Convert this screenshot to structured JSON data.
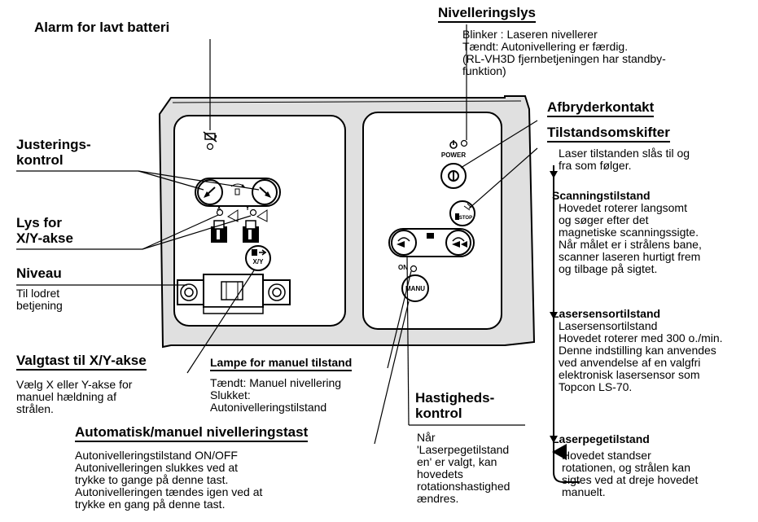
{
  "labels": {
    "alarm": "Alarm for lavt batteri",
    "justering": "Justerings-\nkontrol",
    "lys": "Lys for\nX/Y-akse",
    "niveau": "Niveau",
    "niveau_desc": "Til lodret\nbetjening",
    "valgtast": "Valgtast til X/Y-akse",
    "valgtast_desc": "Vælg X eller Y-akse for\nmanuel hældning af\nstrålen.",
    "lampe": "Lampe for manuel tilstand",
    "lampe_desc": "Tændt: Manuel nivellering\nSlukket:\nAutonivelleringstilstand",
    "auto": "Automatisk/manuel nivelleringstast",
    "auto_desc": "Autonivelleringstilstand ON/OFF\nAutonivelleringen slukkes ved at\ntrykke to gange på denne tast.\nAutonivelleringen tændes igen ved at\ntrykke en gang på denne tast.",
    "nivlys": "Nivelleringslys",
    "nivlys_desc": "Blinker : Laseren nivellerer\nTændt: Autonivellering er færdig.\n(RL-VH3D fjernbetjeningen har standby-\nfunktion)",
    "afbryder": "Afbryderkontakt",
    "tilstand": "Tilstandsomskifter",
    "tilstand_desc": "Laser tilstanden slås til og\nfra som følger.",
    "scanning": "Scanningstilstand",
    "scanning_desc": "Hovedet roterer langsomt\nog søger efter det\nmagnetiske scanningssigte.\nNår målet er i strålens bane,\nscanner laseren hurtigt frem\nog tilbage på sigtet.",
    "lasersensor": "Lasersensortilstand",
    "lasersensor_desc": "Lasersensortilstand\nHovedet roterer med 300 o./min.\nDenne indstilling kan anvendes\nved anvendelse af en valgfri\nelektronisk lasersensor som\nTopcon LS-70.",
    "hastighed": "Hastigheds-\nkontrol",
    "hastighed_desc": "Når\n'Laserpegetilstand\nen' er valgt, kan\nhovedets\nrotationshastighed\nændres.",
    "laserpege": "Laserpegetilstand",
    "laserpege_desc": "Hovedet standser\nrotationen, og strålen kan\nsigtes ved at dreje hovedet\nmanuelt."
  },
  "panel": {
    "x": "X",
    "y": "Y",
    "xy_key": "X/Y",
    "power": "POWER",
    "on": "ON",
    "manu": "MANU",
    "stop": "STOP"
  }
}
